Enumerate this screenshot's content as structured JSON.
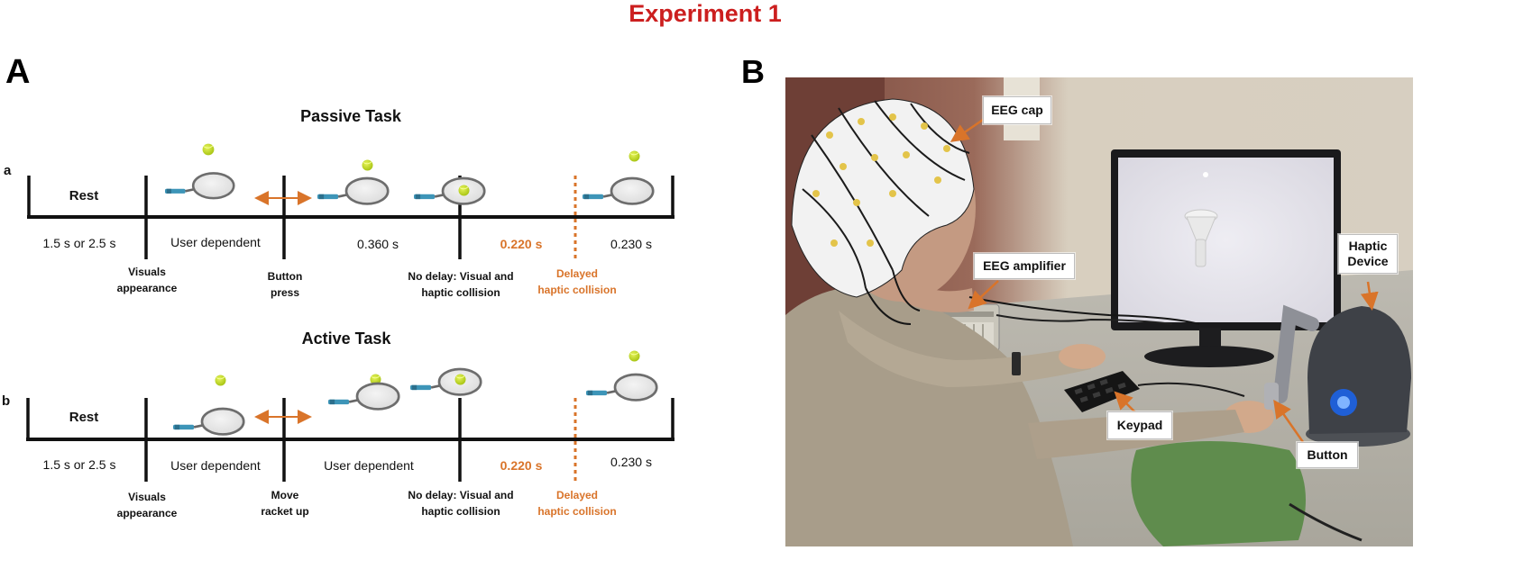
{
  "title": "Experiment 1",
  "colors": {
    "title": "#cc1f1f",
    "accent": "#d9742a",
    "line": "#111111",
    "ball": "#c9e01e",
    "racket_handle": "#3d95b8"
  },
  "panel_a": {
    "letter": "A",
    "passive": {
      "heading": "Passive Task",
      "row_letter": "a",
      "rest": "Rest",
      "durations": [
        "1.5 s or 2.5 s",
        "User dependent",
        "0.360 s",
        "0.220 s",
        "0.230 s"
      ],
      "events": [
        [
          "Visuals",
          "appearance"
        ],
        [
          "Button",
          "press"
        ],
        [
          "No delay: Visual and",
          "haptic collision"
        ],
        [
          "Delayed",
          "haptic collision"
        ]
      ]
    },
    "active": {
      "heading": "Active Task",
      "row_letter": "b",
      "rest": "Rest",
      "durations": [
        "1.5 s or 2.5 s",
        "User dependent",
        "User dependent",
        "0.220 s",
        "0.230 s"
      ],
      "events": [
        [
          "Visuals",
          "appearance"
        ],
        [
          "Move",
          "racket up"
        ],
        [
          "No delay: Visual and",
          "haptic collision"
        ],
        [
          "Delayed",
          "haptic collision"
        ]
      ]
    }
  },
  "panel_b": {
    "letter": "B",
    "labels": {
      "eeg_cap": "EEG cap",
      "eeg_amplifier": "EEG amplifier",
      "haptic_device": [
        "Haptic",
        "Device"
      ],
      "keypad": "Keypad",
      "button": "Button"
    },
    "photo_note_icons": [
      "monitor-icon",
      "haptic-stylus-icon",
      "keypad-icon",
      "eeg-cap-icon"
    ]
  }
}
